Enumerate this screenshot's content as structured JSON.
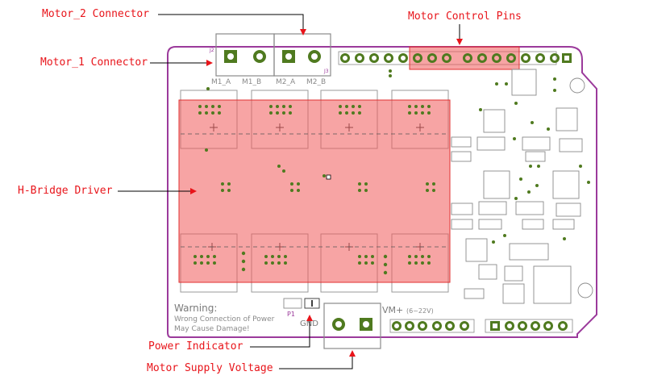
{
  "annotations": {
    "motor2": "Motor_2 Connector",
    "motor1": "Motor_1 Connector",
    "control_pins": "Motor Control Pins",
    "hbridge": "H-Bridge Driver",
    "power_indicator": "Power Indicator",
    "supply_voltage": "Motor Supply Voltage"
  },
  "board": {
    "warning_title": "Warning:",
    "warning_line1": "Wrong Connection of Power",
    "warning_line2": "May Cause Damage!",
    "vm_label": "VM+",
    "vm_range": "(6~22V)",
    "gnd_label": "GND",
    "m1a": "M1_A",
    "m1b": "M1_B",
    "m2a": "M2_A",
    "m2b": "M2_B",
    "p1": "P1",
    "j2": "J2",
    "j3": "J3"
  },
  "colors": {
    "board_outline": "#9b3a9b",
    "annotation": "#e8141a",
    "highlight": "#f05a5a",
    "via": "#4f7a1f",
    "silkscreen": "#8a8a8a"
  }
}
